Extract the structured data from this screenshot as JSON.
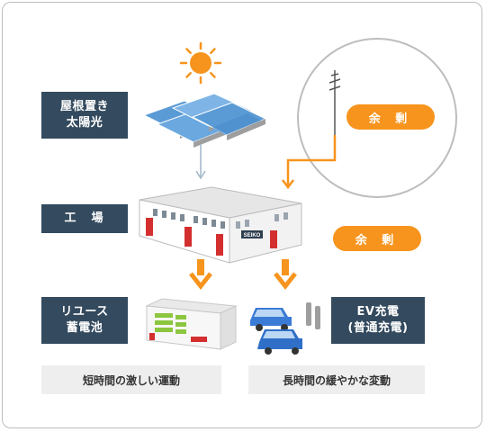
{
  "labels": {
    "solar": "屋根置き\n太陽光",
    "factory": "工　場",
    "reuse": "リユース\n蓄電池",
    "ev": "EV充電\n(普通充電)"
  },
  "surplus_label": "余 剰",
  "captions": {
    "left": "短時間の激しい運動",
    "right": "長時間の緩やかな変動"
  },
  "building_sign": "SEIKO",
  "colors": {
    "navy": "#344a5e",
    "orange": "#f7941d",
    "sun": "#f7941d",
    "panel": "#5b9bd5",
    "ev_blue": "#3a7bd5"
  },
  "icons": [
    "sun-icon",
    "solar-panel-icon",
    "utility-pole-icon",
    "factory-icon",
    "battery-container-icon",
    "ev-car-icon",
    "ev-charger-icon"
  ]
}
